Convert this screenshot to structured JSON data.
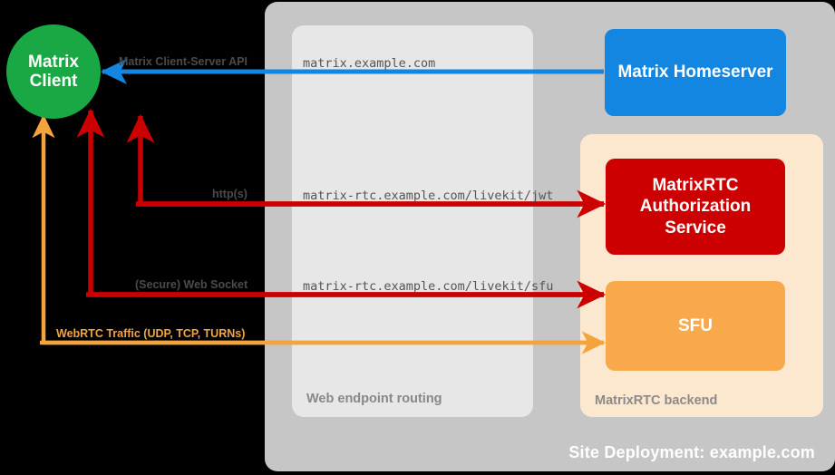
{
  "site": {
    "label": "Site Deployment: example.com",
    "color": "#c6c6c6"
  },
  "panels": {
    "routing": {
      "label": "Web endpoint routing",
      "color": "#e7e7e7"
    },
    "backend": {
      "label": "MatrixRTC backend",
      "color": "#fce7cf"
    }
  },
  "nodes": {
    "client": {
      "line1": "Matrix",
      "line2": "Client",
      "color": "#19a843"
    },
    "homeserver": {
      "label": "Matrix Homeserver",
      "color": "#1286e0"
    },
    "auth": {
      "line1": "MatrixRTC",
      "line2": "Authorization",
      "line3": "Service",
      "color": "#cc0000"
    },
    "sfu": {
      "label": "SFU",
      "color": "#f9a94b"
    }
  },
  "edges": [
    {
      "protocol": "Matrix Client-Server API",
      "route": "matrix.example.com",
      "color": "#1286e0",
      "target": "homeserver"
    },
    {
      "protocol": "http(s)",
      "route": "matrix-rtc.example.com/livekit/jwt",
      "color": "#cc0000",
      "target": "auth"
    },
    {
      "protocol": "(Secure) Web Socket",
      "route": "matrix-rtc.example.com/livekit/sfu",
      "color": "#cc0000",
      "target": "sfu"
    },
    {
      "protocol": "WebRTC Traffic (UDP, TCP, TURNs)",
      "route": "",
      "color": "#f5a33c",
      "target": "sfu"
    }
  ]
}
